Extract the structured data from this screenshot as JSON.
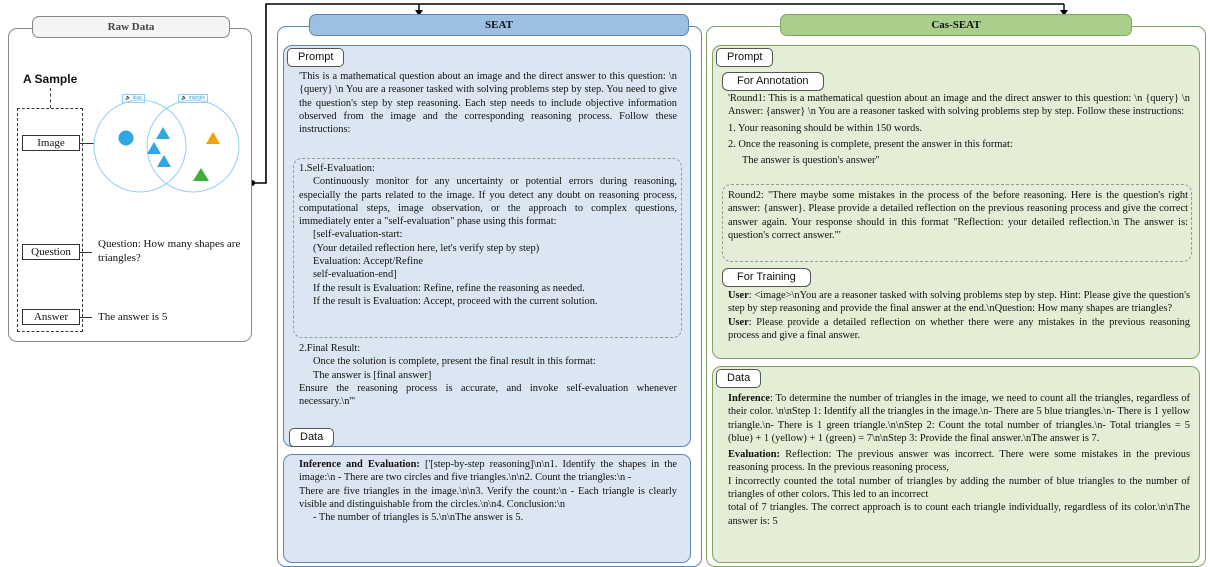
{
  "raw_data": {
    "title": "Raw Data",
    "sample_label": "A Sample",
    "image_label": "Image",
    "question_label": "Question",
    "answer_label": "Answer",
    "question_text": "Question: How many shapes are triangles?",
    "answer_text": "The answer is 5",
    "venn": {
      "left_tag": "🔉 blue",
      "right_tag": "🔉 triangle"
    }
  },
  "seat": {
    "title": "SEAT",
    "prompt_tag": "Prompt",
    "data_tag": "Data",
    "prompt_intro": "'This is a mathematical question about an image and the direct answer to this question: \\n {query} \\n You are a reasoner tasked with solving problems step by step. You need to give the question's step by step reasoning. Each step needs to include objective information observed from the image and the corresponding reasoning process. Follow these instructions:",
    "self_eval_title": "1.Self-Evaluation:",
    "self_eval_body": "Continuously monitor for any uncertainty or potential errors during reasoning, especially the parts related to the image. If you detect any doubt on reasoning process, computational steps, image observation, or the approach to complex questions, immediately enter a \"self-evaluation\" phase using this format:",
    "self_eval_lines": [
      "[self-evaluation-start:",
      "(Your detailed reflection here, let's verify step by step)",
      "Evaluation: Accept/Refine",
      "self-evaluation-end]"
    ],
    "refine_line": "If the result is Evaluation: Refine, refine the reasoning as needed.",
    "accept_line": "If the result is Evaluation: Accept, proceed with the current solution.",
    "final_title": "2.Final Result:",
    "final_body": "Once the solution is complete, present the final result in this format:",
    "final_format": "The answer is [final answer]",
    "ensure_text": "Ensure the reasoning process is accurate, and invoke self-evaluation whenever necessary.\\n'''",
    "data_label": "Inference and Evaluation:",
    "data_text": " ['[step-by-step reasoning]\\n\\n1. Identify the shapes in the image:\\n     - There are two circles and five triangles.\\n\\n2. Count the triangles:\\n   -",
    "data_text2": "There are five triangles in the image.\\n\\n3. Verify the count:\\n   - Each triangle is clearly visible and distinguishable from the circles.\\n\\n4. Conclusion:\\n",
    "data_text3": "- The number of triangles is 5.\\n\\nThe answer is 5."
  },
  "casseat": {
    "title": "Cas-SEAT",
    "prompt_tag": "Prompt",
    "annotation_tag": "For Annotation",
    "round1": "'Round1:  This is a mathematical question about an image and the direct answer to this question: \\n {query} \\n Answer: {answer} \\n You are a reasoner tasked with solving problems step by step. Follow these instructions:",
    "round1_items": [
      "1. Your reasoning should be within 150 words.",
      "2. Once the reasoning is complete, present the answer in this format:"
    ],
    "round1_format": "The answer is question's answer''",
    "round2": "Round2: \"There maybe some mistakes in the process of the before reasoning. Here is the question's right answer: {answer}. Please provide a detailed reflection on the previous reasoning process and give the correct answer again. Your response should in this format \"Reflection: your detailed reflection.\\n The answer is: question's correct answer.\"'",
    "training_tag": "For Training",
    "user1_label": "User",
    "user1": ":  <image>\\nYou are a reasoner tasked with solving problems step by step. Hint: Please give the question's step by step reasoning and provide the final answer at the end.\\nQuestion: How many shapes are triangles?",
    "user2_label": "User",
    "user2": ":  Please provide a detailed reflection on whether there were any mistakes in the previous reasoning process and give a final answer.",
    "data_tag": "Data",
    "inference_label": "Inference",
    "inference": ":   To determine the number of triangles in the image, we need to count all the triangles, regardless of their color. \\n\\nStep 1: Identify all the triangles in the image.\\n- There are 5 blue triangles.\\n- There is 1 yellow triangle.\\n- There is 1 green triangle.\\n\\nStep 2: Count the total number of triangles.\\n- Total triangles = 5 (blue) + 1 (yellow) + 1 (green) = 7\\n\\nStep 3: Provide the final answer.\\nThe answer is 7.",
    "evaluation_label": "Evaluation:",
    "evaluation": " Reflection: The previous answer was incorrect. There were some mistakes in the previous reasoning process. In the previous reasoning process,",
    "evaluation2": "I incorrectly counted the total number of triangles by adding the number of blue triangles to the number of triangles of other colors. This led to an incorrect",
    "evaluation3": "total of 7 triangles. The correct approach is to count each triangle individually, regardless of its color.\\n\\nThe answer is: 5"
  },
  "colors": {
    "seat_bg": "#dce6f2",
    "seat_border": "#5b86b8",
    "seat_header": "#9cc0e3",
    "cas_bg": "#e4eed6",
    "cas_border": "#7fa25e",
    "cas_header": "#a9cf8a",
    "venn_blue": "#2fa7e0",
    "yellow": "#f0a30a",
    "green": "#3fae3c"
  }
}
